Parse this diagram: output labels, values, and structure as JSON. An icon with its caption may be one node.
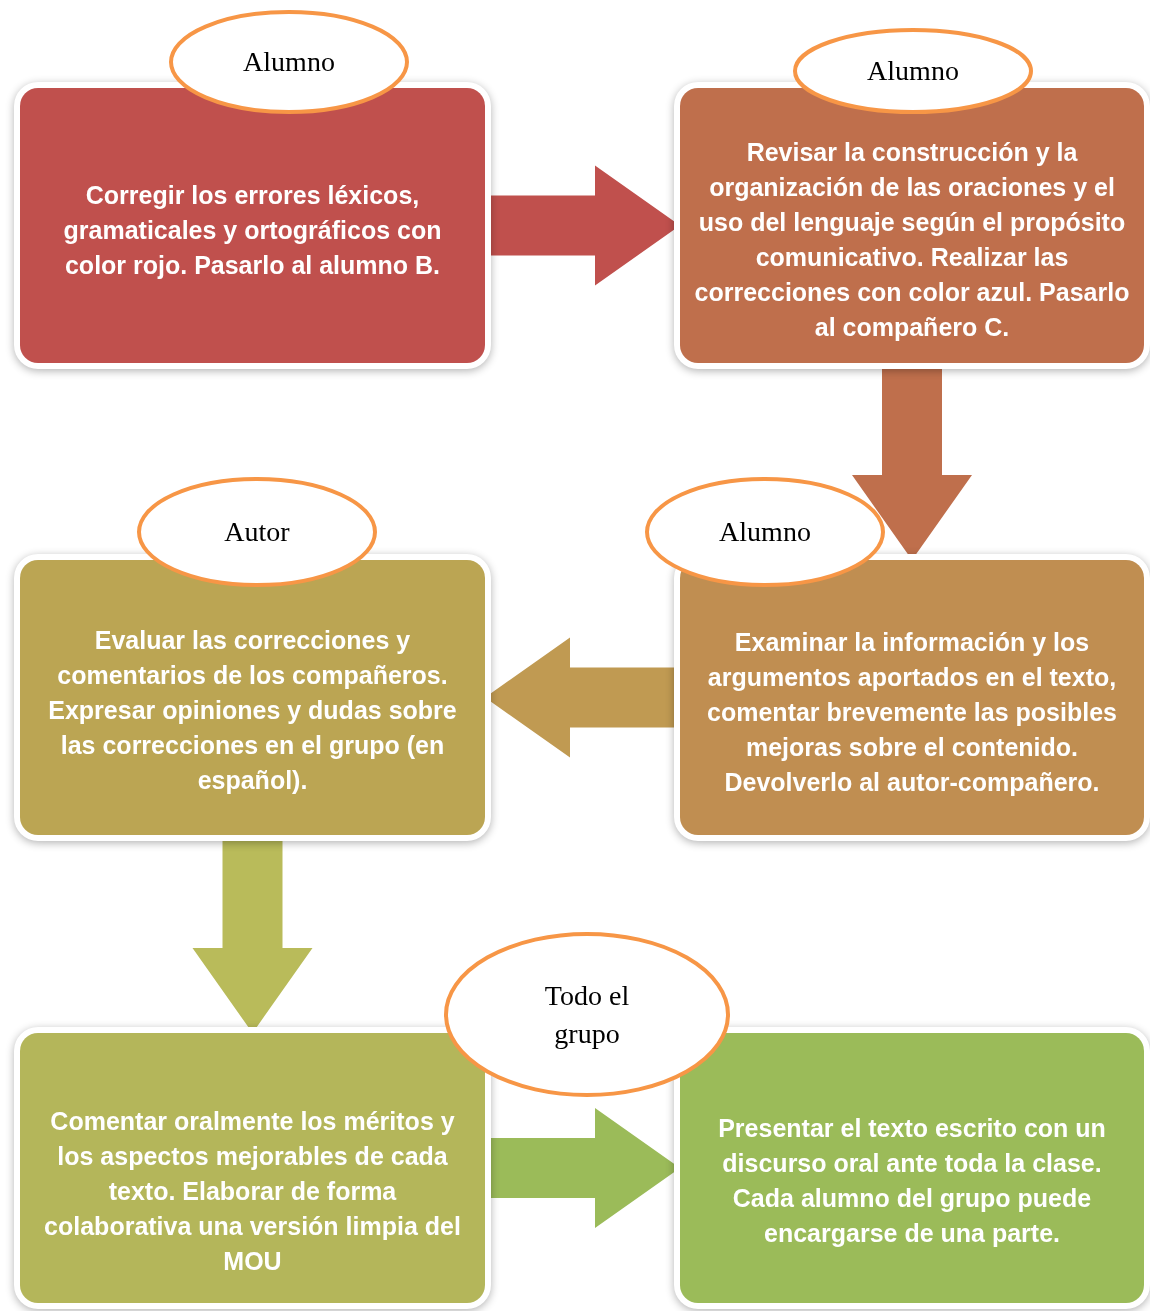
{
  "diagram": {
    "nodes": [
      {
        "text": [
          "Alumno"
        ]
      },
      {
        "text": [
          "Corregir los errores léxicos, gramaticales y ortográficos con color rojo. Pasarlo al alumno B."
        ]
      },
      {
        "text": [
          "Alumno"
        ]
      },
      {
        "text": [
          "Revisar la construcción y la organización de las oraciones y el uso del lenguaje según el propósito comunicativo. Realizar las correcciones con color azul. Pasarlo al compañero C."
        ]
      },
      {
        "text": [
          "Autor"
        ]
      },
      {
        "text": [
          "Evaluar las correcciones y comentarios de los compañeros. Expresar opiniones y dudas sobre las correcciones en el grupo (en español)."
        ]
      },
      {
        "text": [
          "Alumno"
        ]
      },
      {
        "text": [
          "Examinar la información y los argumentos aportados en el texto, comentar brevemente las posibles mejoras sobre el contenido. Devolverlo al autor-compañero."
        ]
      },
      {
        "text": [
          "Todo el grupo"
        ]
      },
      {
        "text": [
          "Comentar oralmente los méritos y los aspectos mejorables de cada texto. Elaborar de forma colaborativa una versión limpia del MOU"
        ]
      },
      {
        "text": [
          "Presentar el texto escrito con un discurso oral ante toda la clase. Cada alumno del grupo puede encargarse de una parte."
        ]
      }
    ],
    "edges": [
      {
        "from": 1,
        "to": 3,
        "arrow": "to",
        "color": "#c0504d"
      },
      {
        "from": 3,
        "to": 7,
        "arrow": "to",
        "color": "#bf6f4c"
      },
      {
        "from": 7,
        "to": 5,
        "arrow": "to",
        "color": "#c09a52"
      },
      {
        "from": 5,
        "to": 9,
        "arrow": "to",
        "color": "#b9bb5a"
      },
      {
        "from": 9,
        "to": 10,
        "arrow": "to",
        "color": "#9bbb59"
      }
    ]
  }
}
